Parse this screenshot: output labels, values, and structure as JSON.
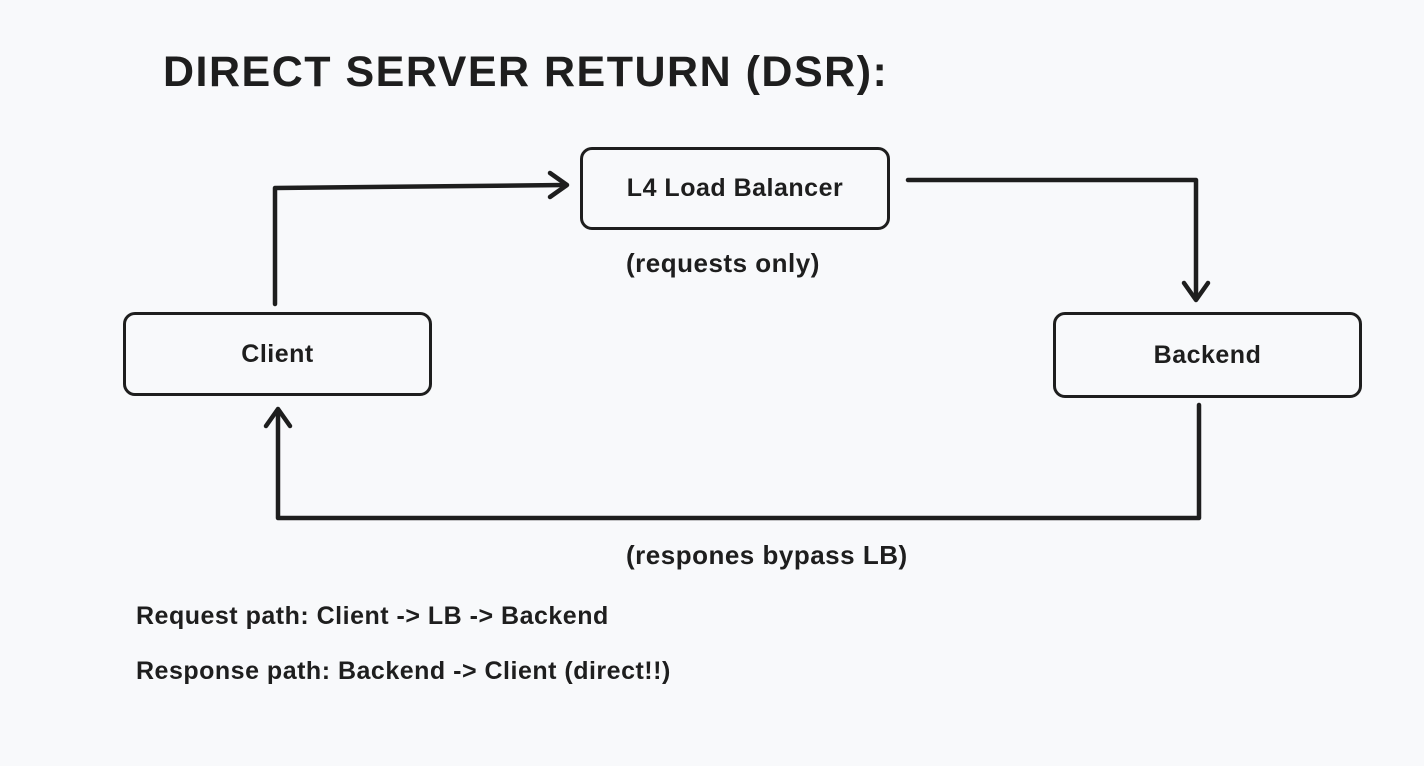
{
  "title": "DIRECT SERVER RETURN (DSR):",
  "colors": {
    "background": "#f8f9fb",
    "stroke": "#1e1e1e",
    "text": "#1e1e1e"
  },
  "nodes": {
    "load_balancer": {
      "label": "L4 Load Balancer"
    },
    "client": {
      "label": "Client"
    },
    "backend": {
      "label": "Backend"
    }
  },
  "annotations": {
    "requests_only": "(requests only)",
    "responses_bypass": "(respones bypass LB)"
  },
  "notes": {
    "request_path": "Request path: Client -> LB -> Backend",
    "response_path": "Response path: Backend -> Client (direct!!)"
  },
  "edges": [
    {
      "from": "Client",
      "to": "L4 Load Balancer",
      "direction": "request",
      "note": "(requests only)"
    },
    {
      "from": "L4 Load Balancer",
      "to": "Backend",
      "direction": "request",
      "note": ""
    },
    {
      "from": "Backend",
      "to": "Client",
      "direction": "response",
      "note": "(respones bypass LB)"
    }
  ]
}
